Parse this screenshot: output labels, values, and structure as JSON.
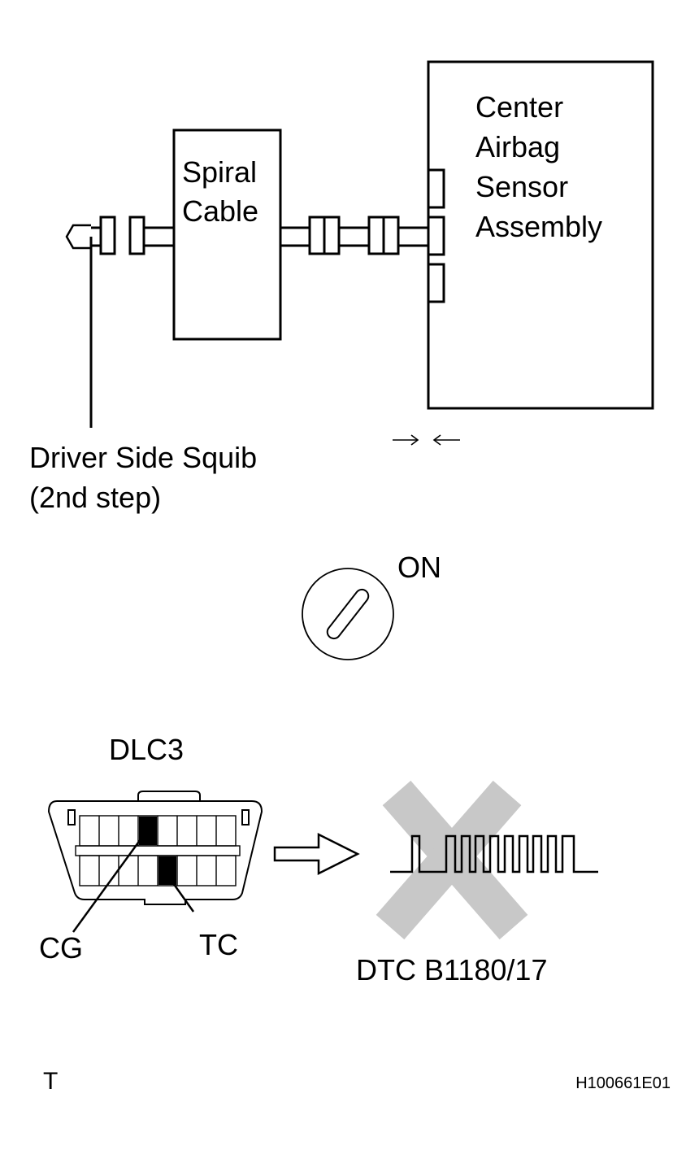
{
  "labels": {
    "spiral_cable_line1": "Spiral",
    "spiral_cable_line2": "Cable",
    "center_line1": "Center",
    "center_line2": "Airbag",
    "center_line3": "Sensor",
    "center_line4": "Assembly",
    "squib_line1": "Driver Side Squib",
    "squib_line2": "(2nd step)",
    "ignition_state": "ON",
    "dlc3": "DLC3",
    "cg_pin": "CG",
    "tc_pin": "TC",
    "dtc_code": "DTC B1180/17",
    "corner_letter": "T",
    "figure_id": "H100661E01"
  },
  "icons": {
    "arrows_in": "arrows-pointing-inward-icon",
    "ignition": "ignition-key-icon",
    "flow_arrow": "hollow-right-arrow-icon",
    "prohibited": "large-gray-cross-icon"
  },
  "colors": {
    "line": "#000000",
    "cross": "#c8c8c8",
    "pin_fill": "#000000"
  }
}
